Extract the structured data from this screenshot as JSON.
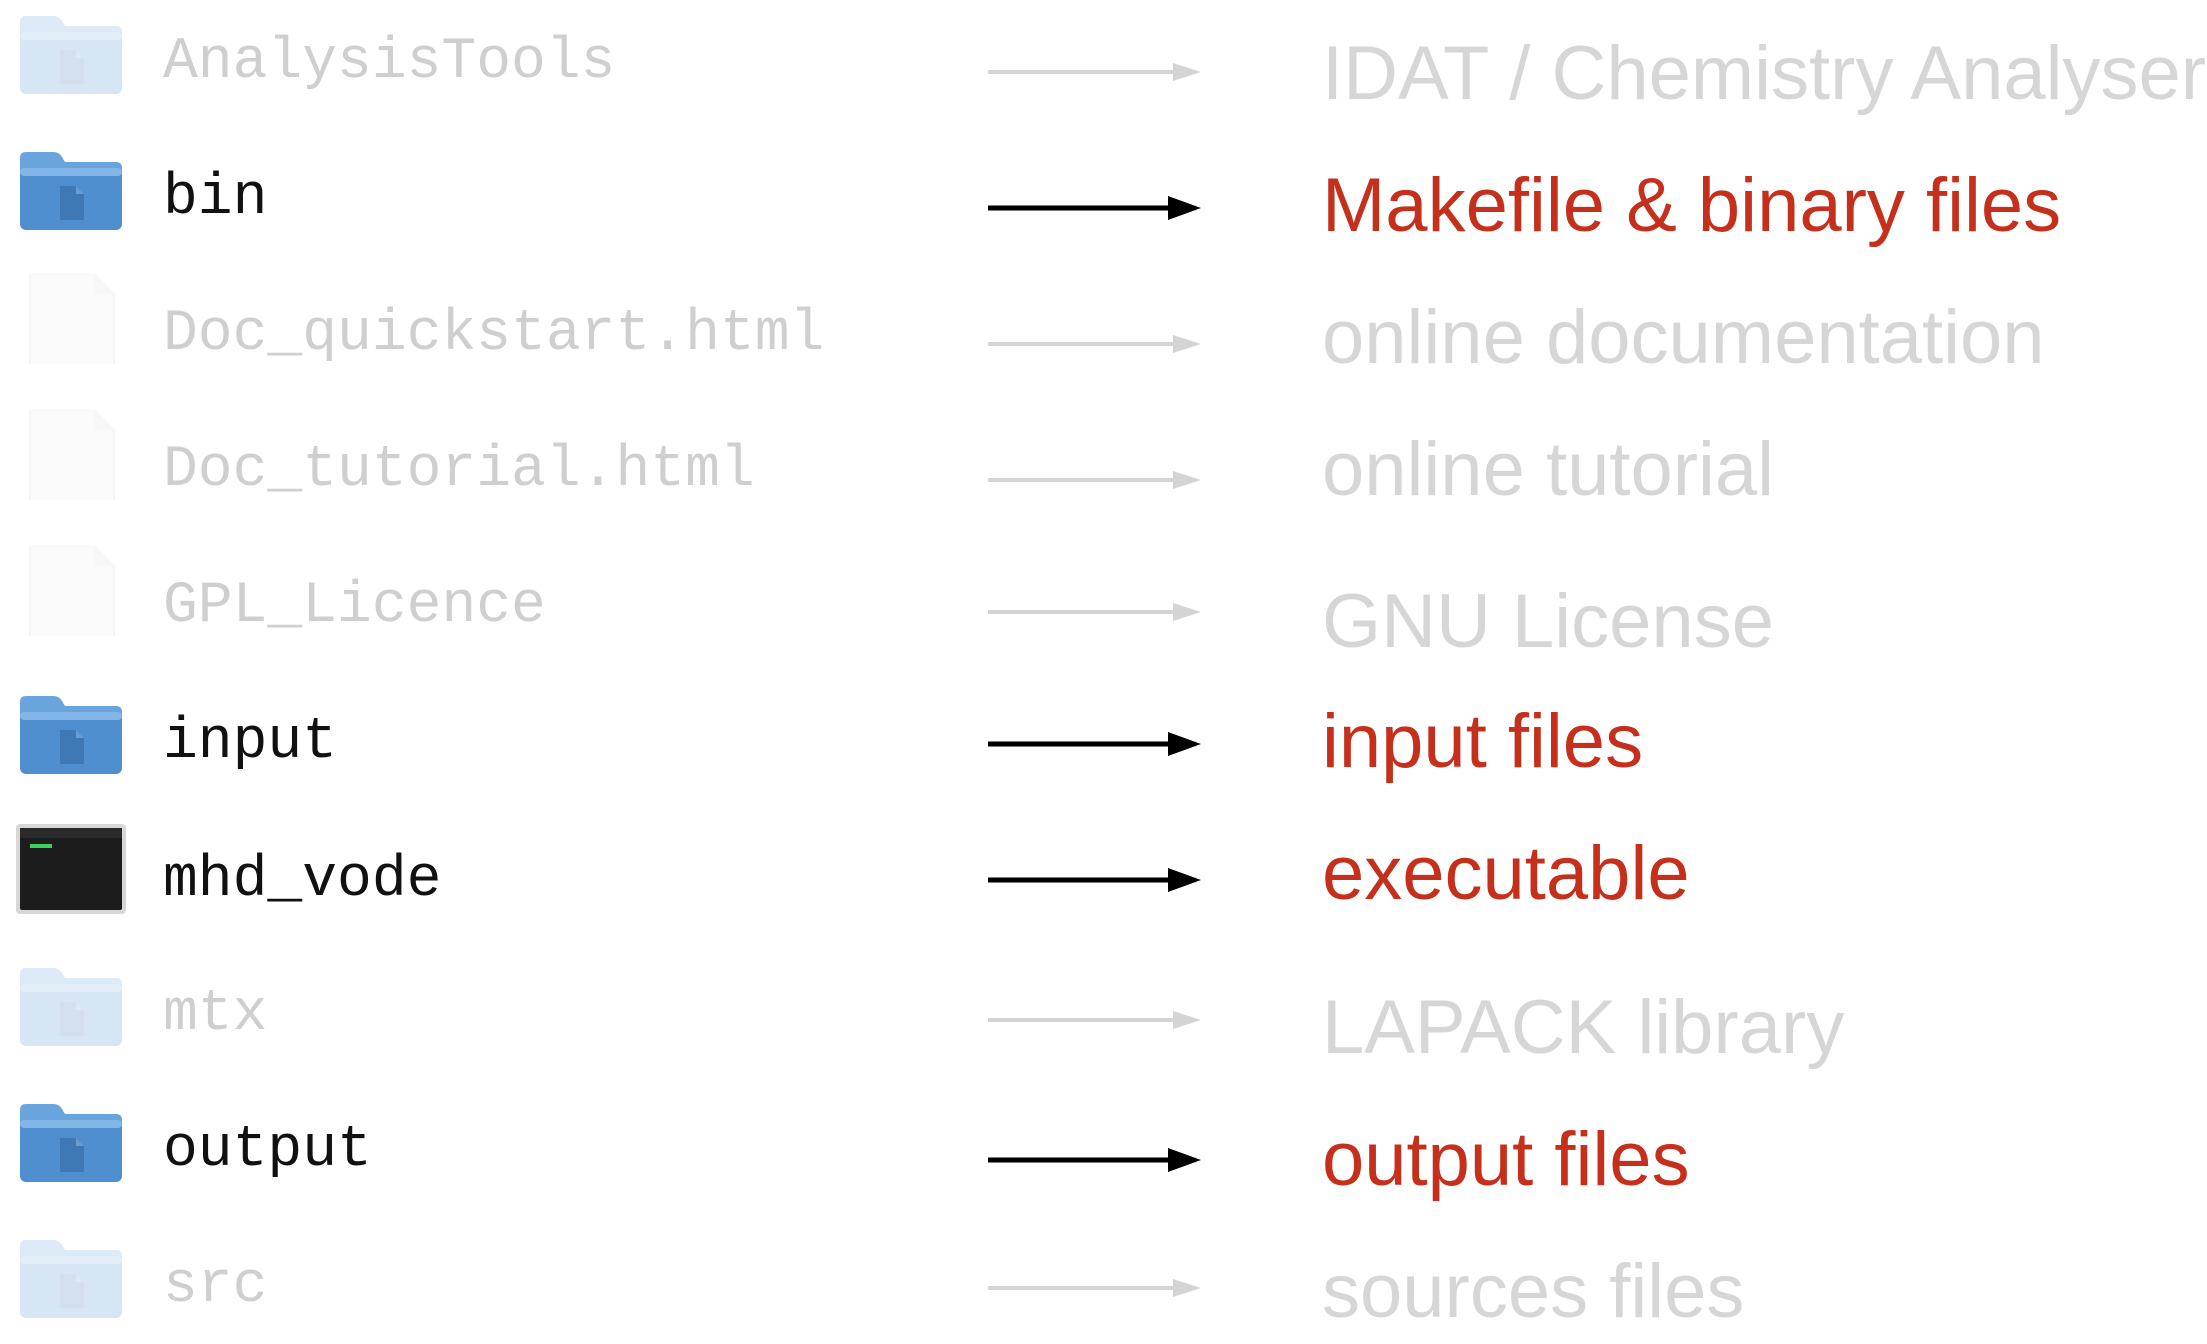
{
  "colors": {
    "active_label": "#c4301c",
    "active_name": "#111111",
    "faded_text": "#cfcfcf",
    "active_arrow": "#000000",
    "faded_arrow": "#d4d4d4",
    "folder_blue": "#4f8fcf"
  },
  "entries": [
    {
      "name": "AnalysisTools",
      "icon": "folder-icon",
      "description": "IDAT / Chemistry Analyser",
      "highlighted": false
    },
    {
      "name": "bin",
      "icon": "folder-icon",
      "description": "Makefile & binary files",
      "highlighted": true
    },
    {
      "name": "Doc_quickstart.html",
      "icon": "document-icon",
      "description": "online documentation",
      "highlighted": false
    },
    {
      "name": "Doc_tutorial.html",
      "icon": "document-icon",
      "description": "online tutorial",
      "highlighted": false
    },
    {
      "name": "GPL_Licence",
      "icon": "document-icon",
      "description": "GNU License",
      "highlighted": false
    },
    {
      "name": "input",
      "icon": "folder-icon",
      "description": "input files",
      "highlighted": true
    },
    {
      "name": "mhd_vode",
      "icon": "terminal-icon",
      "description": "executable",
      "highlighted": true
    },
    {
      "name": "mtx",
      "icon": "folder-icon",
      "description": "LAPACK library",
      "highlighted": false
    },
    {
      "name": "output",
      "icon": "folder-icon",
      "description": "output files",
      "highlighted": true
    },
    {
      "name": "src",
      "icon": "folder-icon",
      "description": "sources files",
      "highlighted": false
    }
  ]
}
